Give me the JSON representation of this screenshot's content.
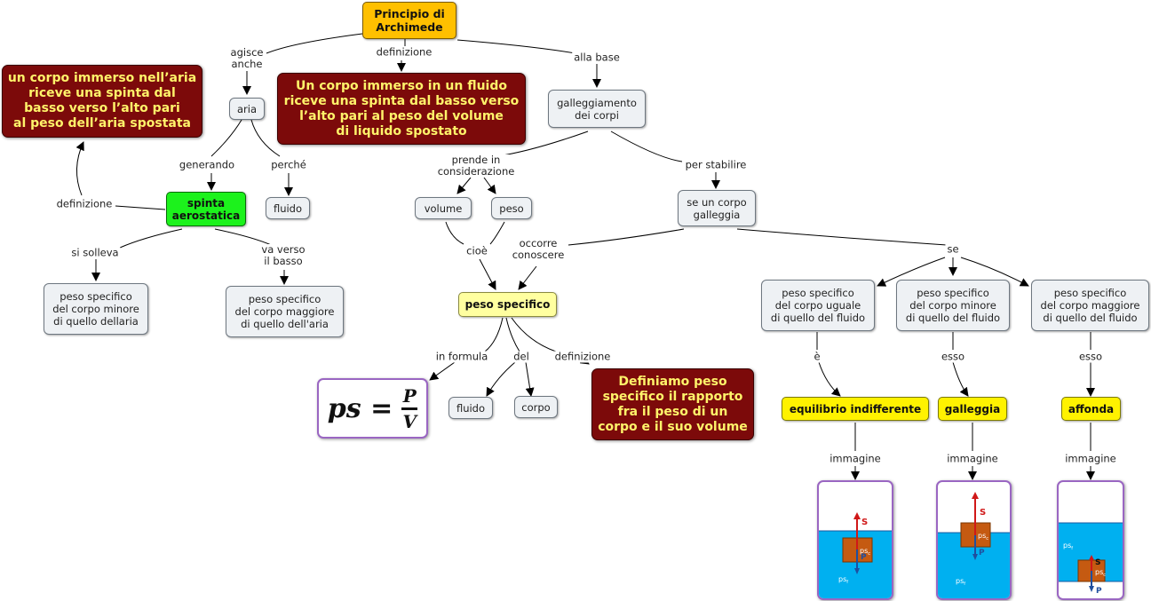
{
  "nodes": {
    "title": "Principio di\nArchimede",
    "aria_def": "un corpo immerso nell’aria\nriceve una spinta dal\nbasso verso l’alto pari\nal peso dell’aria spostata",
    "aria": "aria",
    "fluido_def": "Un corpo immerso in un fluido\nriceve una spinta dal basso verso\nl’alto pari al peso del volume\ndi liquido spostato",
    "galleggiamento": "galleggiamento\ndei corpi",
    "spinta": "spinta\naerostatica",
    "fluido_aria": "fluido",
    "volume": "volume",
    "peso": "peso",
    "se_corpo": "se un corpo\ngalleggia",
    "minore_aria": "peso specifico\ndel corpo minore\ndi quello dellaria",
    "maggiore_aria": "peso specifico\ndel corpo maggiore\ndi quello dell'aria",
    "peso_specifico": "peso specifico",
    "uguale_fluido": "peso specifico\ndel corpo uguale\ndi quello del fluido",
    "minore_fluido": "peso specifico\ndel corpo minore\ndi quello del fluido",
    "maggiore_fluido": "peso specifico\ndel corpo maggiore\ndi quello del fluido",
    "fluido2": "fluido",
    "corpo": "corpo",
    "definiamo": "Definiamo peso\nspecifico il rapporto\nfra il peso di un\ncorpo e il suo volume",
    "equilibrio": "equilibrio indifferente",
    "galleggia": "galleggia",
    "affonda": "affonda"
  },
  "formula": {
    "lhs": "ps =",
    "num": "P",
    "den": "V"
  },
  "labels": {
    "agisce_anche": "agisce\nanche",
    "definizione_top": "definizione",
    "alla_base": "alla base",
    "generando": "generando",
    "perche": "perché",
    "definizione_left": "definizione",
    "prende": "prende in\nconsiderazione",
    "per_stabilire": "per stabilire",
    "si_solleva": "si solleva",
    "va_verso": "va verso\nil basso",
    "cioe": "cioè",
    "occorre": "occorre\nconoscere",
    "se": "se",
    "in_formula": "in formula",
    "del": "del",
    "definizione_ps": "definizione",
    "e": "è",
    "esso1": "esso",
    "esso2": "esso",
    "immagine1": "immagine",
    "immagine2": "immagine",
    "immagine3": "immagine"
  },
  "images": {
    "img1": {
      "arrow_up": "S",
      "arrow_down": "P",
      "body": "ps",
      "body_sub": "c",
      "fluid": "ps",
      "fluid_sub": "f",
      "submerged_fraction": 1.0
    },
    "img2": {
      "arrow_up": "S",
      "arrow_down": "P",
      "body": "ps",
      "body_sub": "c",
      "fluid": "ps",
      "fluid_sub": "f",
      "submerged_fraction": 0.5
    },
    "img3": {
      "arrow_up": "S",
      "arrow_down": "P",
      "body": "ps",
      "body_sub": "c",
      "fluid": "ps",
      "fluid_sub": "f",
      "submerged_fraction": 1.0
    }
  },
  "colors": {
    "dark_red": "#7c0a0a",
    "dark_text": "#fff36a",
    "title_orange": "#ffc000",
    "spinta_green": "#1cf21c",
    "peso_specifico_bg": "#ffffa0",
    "yellow": "#fff200",
    "water": "#00b0f0",
    "body_orange": "#c55a11",
    "frame_purple": "#9a66c2"
  }
}
